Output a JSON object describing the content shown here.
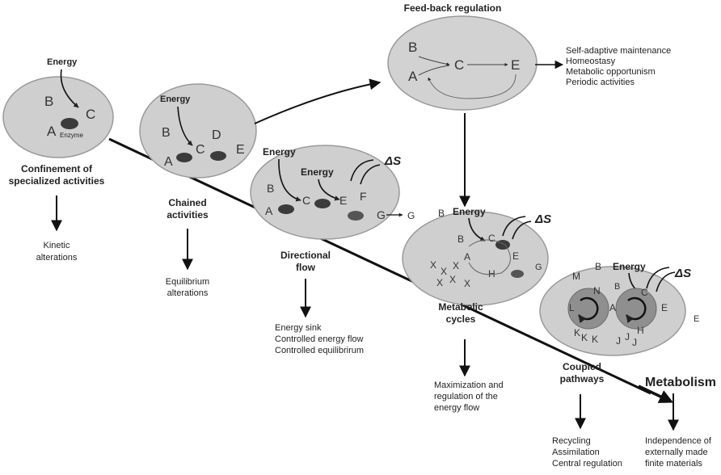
{
  "energy": "Energy",
  "delta_s": "ΔS",
  "stages": {
    "confinement": {
      "title_lines": [
        "Confinement of",
        "specialized activities"
      ],
      "result_lines": [
        "Kinetic",
        "alterations"
      ],
      "letters": [
        "B",
        "C",
        "A"
      ],
      "enzyme": "Enzyme"
    },
    "chained": {
      "title_lines": [
        "Chained",
        "activities"
      ],
      "result_lines": [
        "Equilibrium",
        "alterations"
      ],
      "letters": [
        "B",
        "C",
        "D",
        "E",
        "A"
      ]
    },
    "feedback": {
      "title": "Feed-back regulation",
      "letters": [
        "B",
        "A",
        "C",
        "E"
      ],
      "result_lines": [
        "Self-adaptive maintenance",
        "Homeostasy",
        "Metabolic opportunism",
        "Periodic activities"
      ]
    },
    "directional": {
      "title_lines": [
        "Directional",
        "flow"
      ],
      "result_lines": [
        "Energy sink",
        "Controlled energy flow",
        "Controlled equilibrirum"
      ],
      "letters": [
        "B",
        "C",
        "E",
        "F",
        "A",
        "G",
        "G"
      ]
    },
    "cycles": {
      "title_lines": [
        "Metabolic",
        "cycles"
      ],
      "result_lines": [
        "Maximization and",
        "regulation of the",
        "energy flow"
      ],
      "letters": [
        "B",
        "B",
        "C",
        "A",
        "E",
        "H",
        "G",
        "X"
      ]
    },
    "coupled": {
      "title_lines": [
        "Coupled",
        "pathways"
      ],
      "result_lines": [
        "Recycling",
        "Assimilation",
        "Central regulation"
      ],
      "letters": [
        "M",
        "B",
        "B",
        "N",
        "C",
        "L",
        "A",
        "E",
        "E",
        "K",
        "H",
        "J"
      ]
    },
    "metabolism": {
      "title": "Metabolism",
      "result_lines": [
        "Independence of",
        "externally made",
        "finite materials"
      ]
    }
  }
}
